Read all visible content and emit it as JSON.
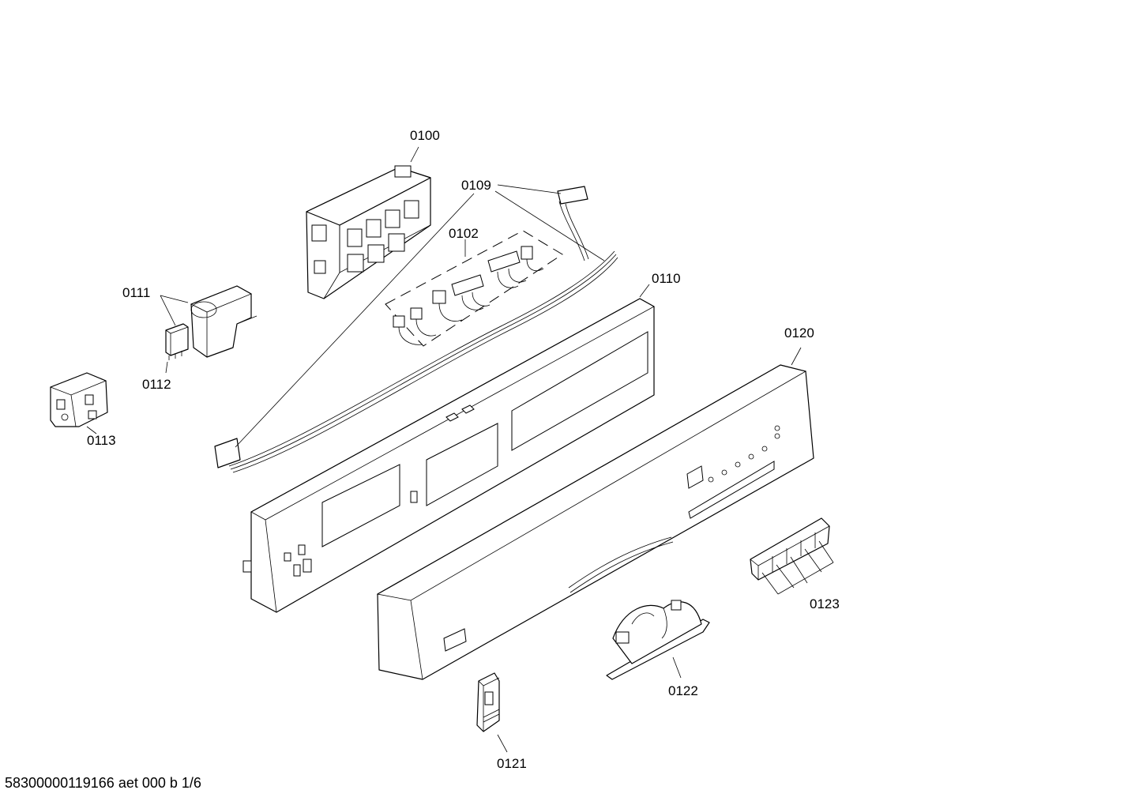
{
  "labels": {
    "p0100": "0100",
    "p0109": "0109",
    "p0102": "0102",
    "p0111": "0111",
    "p0112": "0112",
    "p0113": "0113",
    "p0110": "0110",
    "p0120": "0120",
    "p0123": "0123",
    "p0122": "0122",
    "p0121": "0121"
  },
  "footer": {
    "text": "58300000119166 aet 000 b 1/6"
  }
}
